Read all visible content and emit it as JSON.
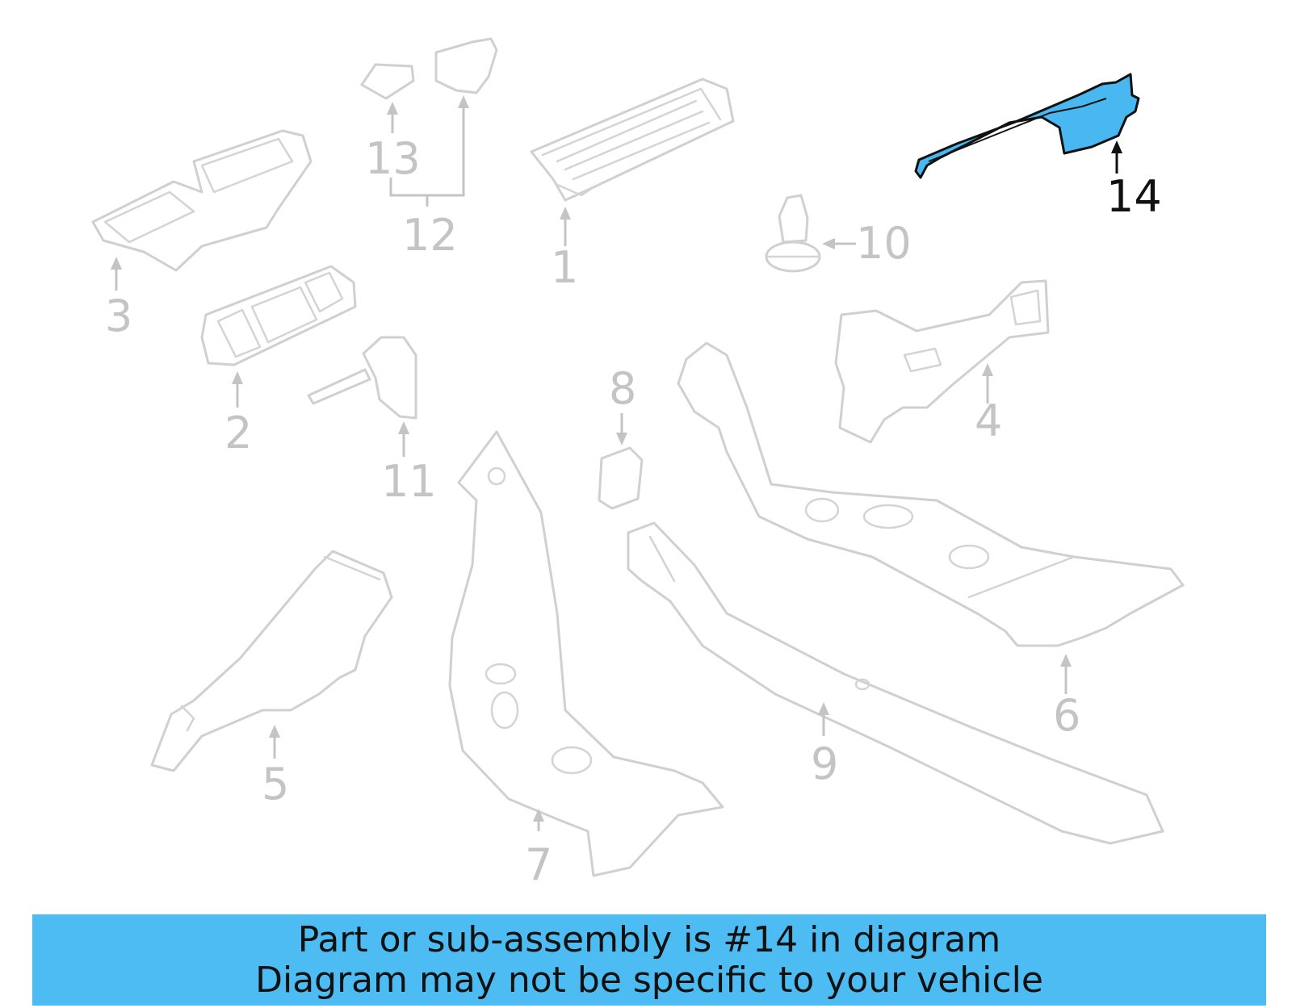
{
  "diagram": {
    "callouts": {
      "c1": "1",
      "c2": "2",
      "c3": "3",
      "c4": "4",
      "c5": "5",
      "c6": "6",
      "c7": "7",
      "c8": "8",
      "c9": "9",
      "c10": "10",
      "c11": "11",
      "c12": "12",
      "c13": "13",
      "c14": "14"
    },
    "highlighted_part": "14",
    "colors": {
      "highlight": "#4ab8f0",
      "banner": "#4cbcf2",
      "part_outline": "#d0d0d0",
      "label": "#c4c4c4"
    }
  },
  "banner": {
    "line1": "Part or sub-assembly is #14 in diagram",
    "line2": "Diagram may not be specific to your vehicle"
  }
}
